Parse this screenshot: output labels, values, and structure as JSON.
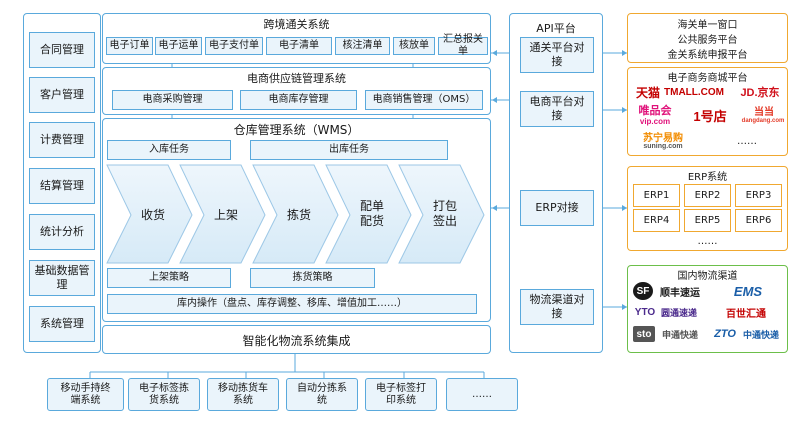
{
  "left_menu": [
    "合同管理",
    "客户管理",
    "计费管理",
    "结算管理",
    "统计分析",
    "基础数据管理",
    "系统管理"
  ],
  "customs": {
    "title": "跨境通关系统",
    "items": [
      "电子订单",
      "电子运单",
      "电子支付单",
      "电子清单",
      "核注清单",
      "核放单",
      "汇总报关单"
    ]
  },
  "supply": {
    "title": "电商供应链管理系统",
    "items": [
      "电商采购管理",
      "电商库存管理",
      "电商销售管理（OMS）"
    ]
  },
  "wms": {
    "title": "仓库管理系统（WMS）",
    "inbound": "入库任务",
    "outbound": "出库任务",
    "steps": [
      "收货",
      "上架",
      "拣货",
      "配单配货",
      "打包签出"
    ],
    "putaway": "上架策略",
    "picking": "拣货策略",
    "internal": "库内操作（盘点、库存调整、移库、增值加工……）"
  },
  "integration": "智能化物流系统集成",
  "devices": [
    "移动手持终端系统",
    "电子标签拣货系统",
    "移动拣货车系统",
    "自动分拣系统",
    "电子标签打印系统",
    "……"
  ],
  "api": {
    "title": "API平台",
    "items": [
      "通关平台对接",
      "电商平台对接",
      "ERP对接",
      "物流渠道对接"
    ]
  },
  "customs_window": [
    "海关单一窗口",
    "公共服务平台",
    "金关系统申报平台"
  ],
  "ecommerce": {
    "title": "电子商务商城平台",
    "logos": [
      "天猫",
      "TMALL.COM",
      "JD.京东",
      "唯品会",
      "vip.com",
      "1号店",
      "当当",
      "dangdang.com",
      "苏宁易购",
      "suning.com"
    ],
    "more": "……"
  },
  "erp": {
    "title": "ERP系统",
    "items": [
      "ERP1",
      "ERP2",
      "ERP3",
      "ERP4",
      "ERP5",
      "ERP6"
    ],
    "more": "……"
  },
  "logistics": {
    "title": "国内物流渠道",
    "logos": [
      "SF",
      "顺丰速运",
      "EMS",
      "YTO",
      "圆通速递",
      "百世汇通",
      "sto",
      "申通快递",
      "ZTO",
      "中通快递"
    ]
  },
  "colors": {
    "blue": "#5aa9dc",
    "light_blue": "#eaf4fb",
    "orange": "#f0a830",
    "green": "#6cbf4a"
  }
}
